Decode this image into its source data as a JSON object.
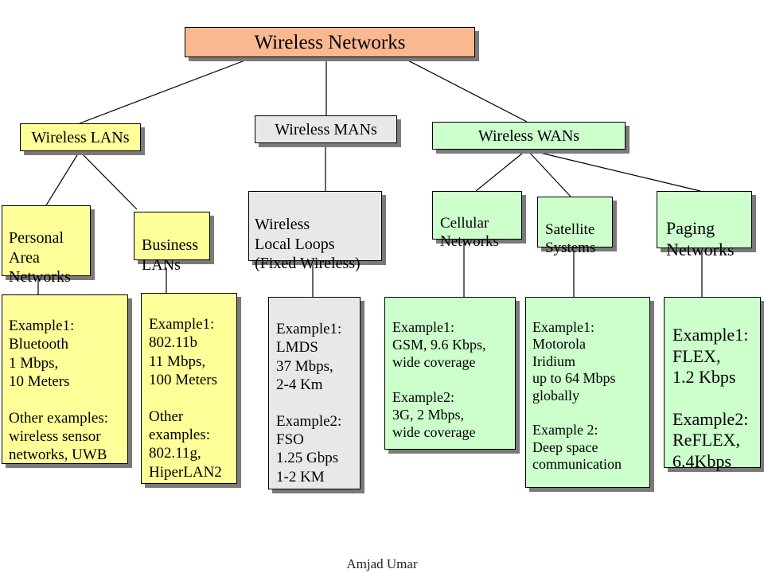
{
  "root": {
    "label": "Wireless Networks"
  },
  "categories": {
    "lans": "Wireless LANs",
    "mans": "Wireless MANs",
    "wans": "Wireless WANs"
  },
  "subtypes": {
    "personal": "Personal\nArea\nNetworks",
    "business": "Business\nLANs",
    "wll": "Wireless\nLocal Loops\n(Fixed Wireless)",
    "cellular": "Cellular\nNetworks",
    "satellite": "Satellite\nSystems",
    "paging": "Paging\nNetworks"
  },
  "examples": {
    "personal": "Example1:\nBluetooth\n1 Mbps,\n10 Meters\n\nOther examples:\nwireless sensor\nnetworks, UWB",
    "business": "Example1:\n802.11b\n11 Mbps,\n100 Meters\n\nOther\nexamples:\n802.11g,\nHiperLAN2",
    "wll": "Example1:\nLMDS\n37 Mbps,\n2-4 Km\n\nExample2:\nFSO\n1.25 Gbps\n1-2 KM",
    "cellular": "Example1:\nGSM, 9.6 Kbps,\nwide coverage\n\nExample2:\n3G, 2 Mbps,\nwide coverage",
    "satellite": "Example1:\nMotorola\nIridium\nup to 64  Mbps\nglobally\n\nExample 2:\nDeep space\ncommunication",
    "paging": "Example1:\nFLEX,\n1.2 Kbps\n\nExample2:\nReFLEX,\n6.4Kbps"
  },
  "footer": "Amjad Umar",
  "colors": {
    "root": "#FAB890",
    "lans": "#FFFF99",
    "mans": "#E8E8E8",
    "wans": "#CCFFCC",
    "shadow": "#7a7a7a"
  }
}
